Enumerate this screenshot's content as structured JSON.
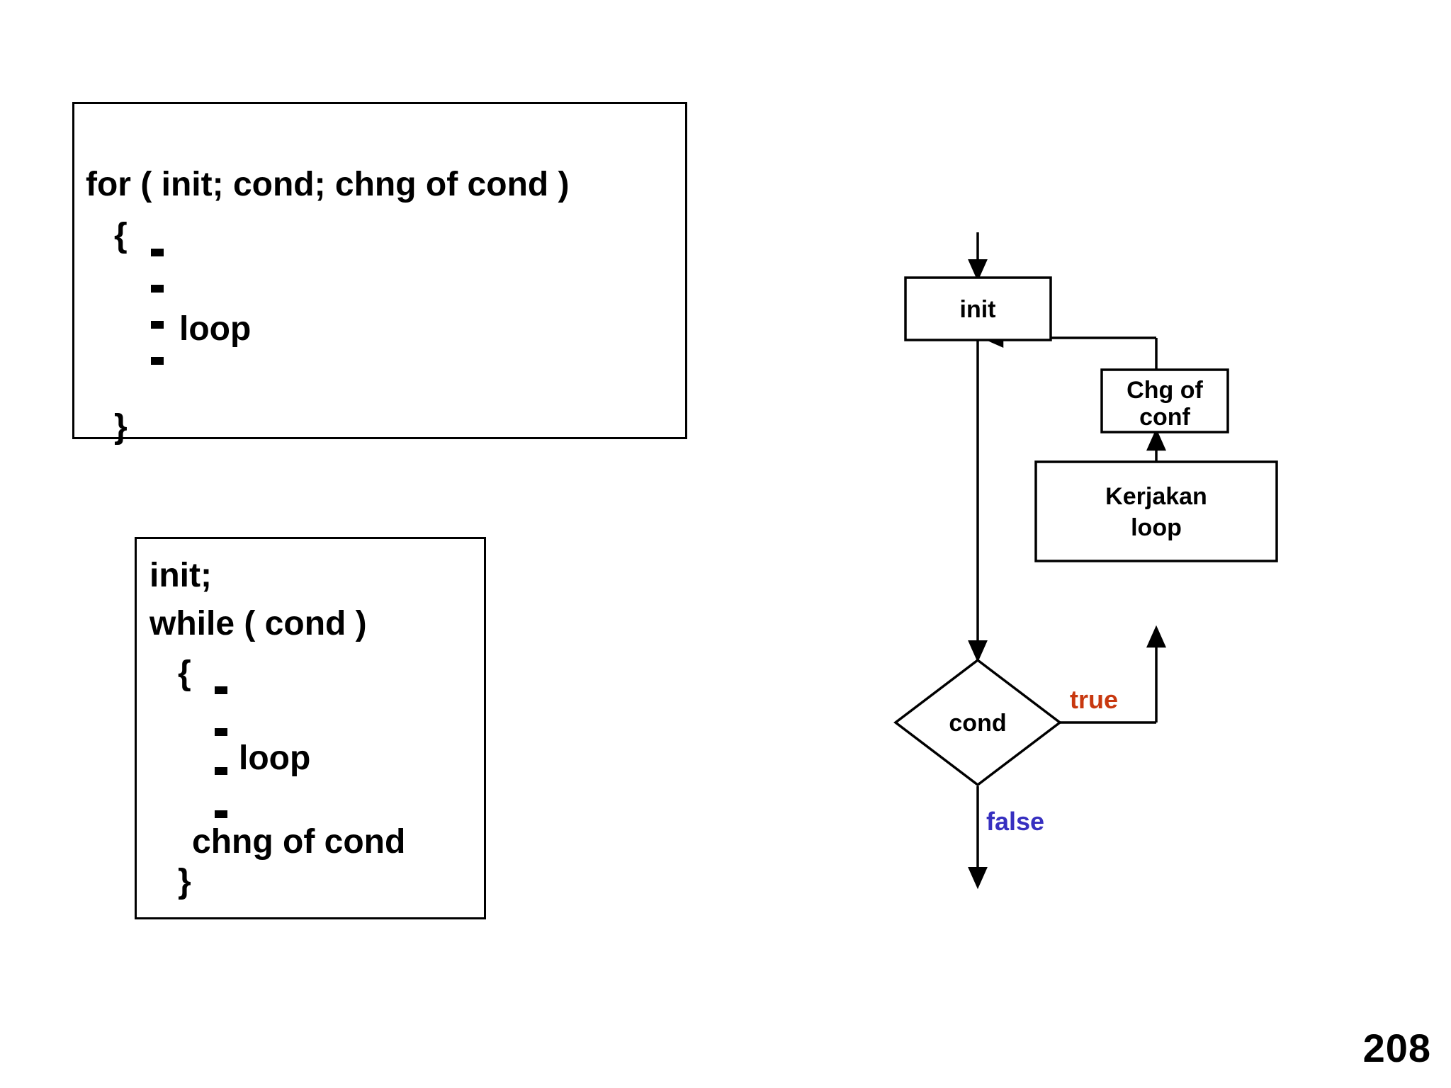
{
  "slide": {
    "page_number": "208",
    "background": "#ffffff"
  },
  "code_for": {
    "title": "for-loop-syntax",
    "line_head": "for ( init; cond; chng of cond )",
    "line_brace_open": "{",
    "line_loop": "loop",
    "line_brace_close": "}",
    "dash_count": 4
  },
  "code_while": {
    "title": "while-loop-equivalent",
    "line_init": "init;",
    "line_head": "while ( cond )",
    "line_brace_open": "{",
    "line_loop": "loop",
    "line_chng": "chng of cond",
    "line_brace_close": "}",
    "dash_count_upper": 2,
    "dash_count_lower": 2
  },
  "flowchart": {
    "nodes": {
      "init": "init",
      "chg_of_conf": "Chg of conf",
      "chg_of_conf_line1": "Chg of",
      "chg_of_conf_line2": "conf",
      "kerjakan_loop": "Kerjakan loop",
      "kerjakan_loop_line1": "Kerjakan",
      "kerjakan_loop_line2": "loop",
      "cond": "cond"
    },
    "edge_labels": {
      "true": "true",
      "false": "false"
    },
    "colors": {
      "true": "#c8380f",
      "false": "#3730c0",
      "stroke": "#000000",
      "fill": "#ffffff"
    }
  }
}
